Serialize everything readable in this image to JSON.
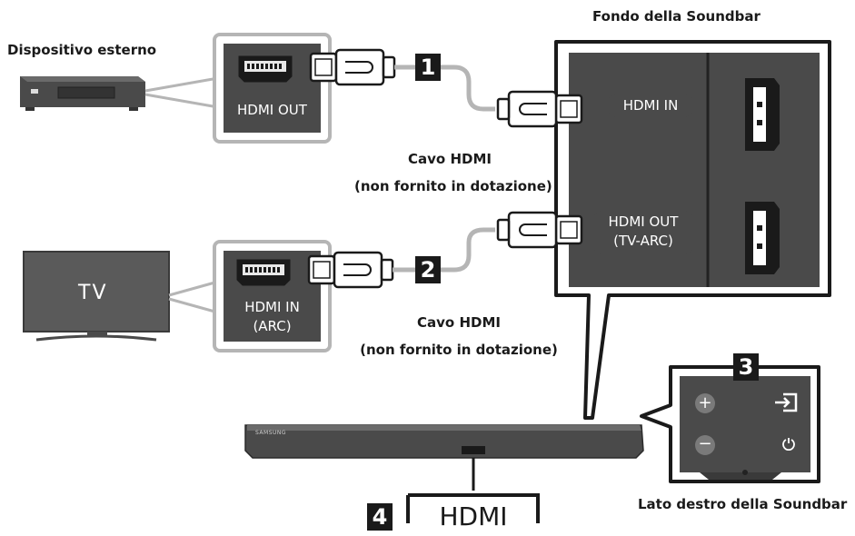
{
  "labels": {
    "external_device": "Dispositivo esterno",
    "soundbar_bottom": "Fondo della Soundbar",
    "soundbar_right": "Lato destro della Soundbar",
    "cable_1_line1": "Cavo HDMI",
    "cable_1_line2": "(non fornito in dotazione)",
    "cable_2_line1": "Cavo HDMI",
    "cable_2_line2": "(non fornito in dotazione)",
    "tv": "TV"
  },
  "ports": {
    "device_hdmi_out": "HDMI OUT",
    "tv_hdmi_in_line1": "HDMI IN",
    "tv_hdmi_in_line2": "(ARC)",
    "soundbar_hdmi_in": "HDMI IN",
    "soundbar_hdmi_out_line1": "HDMI OUT",
    "soundbar_hdmi_out_line2": "(TV-ARC)"
  },
  "steps": [
    "1",
    "2",
    "3",
    "4"
  ],
  "display_text": "HDMI",
  "soundbar_brand": "SAMSUNG",
  "icons": {
    "volume_up": "plus-icon",
    "volume_down": "minus-icon",
    "source": "source-input-icon",
    "power": "power-icon"
  },
  "colors": {
    "panel_dark": "#4a4a4a",
    "panel_border": "#b5b5b5",
    "cable": "#2a2a2a",
    "label_dark": "#1a1a1a"
  }
}
